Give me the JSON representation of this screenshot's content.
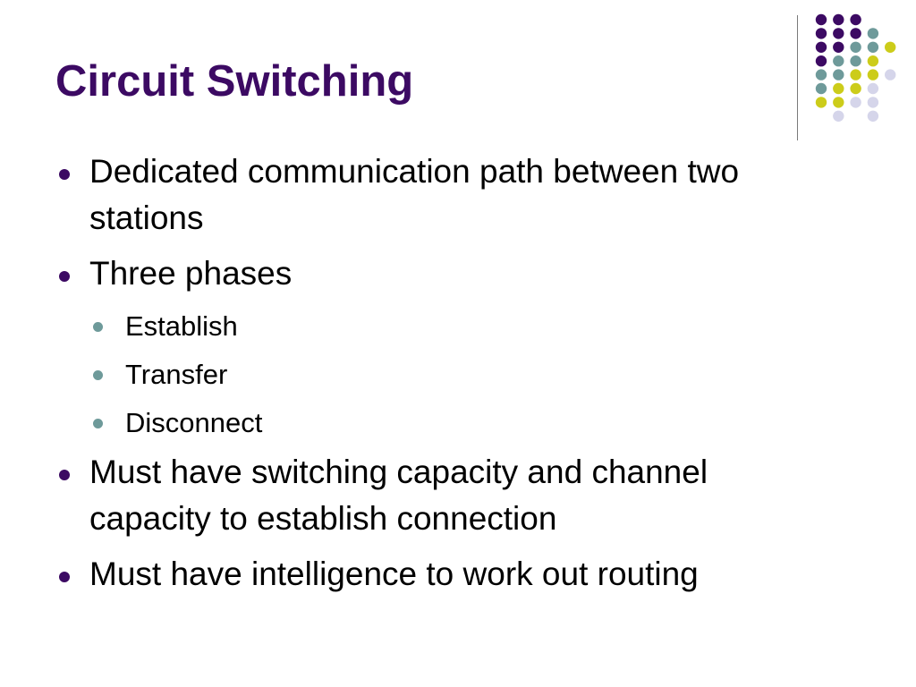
{
  "colors": {
    "title": "#3c0a63",
    "bullet_level1": "#3c0a63",
    "bullet_level2": "#6e9a9a",
    "dot_purple": "#3c0a63",
    "dot_teal": "#6e9a9a",
    "dot_yellow": "#cccc1a",
    "dot_lavender": "#d5d5ea"
  },
  "slide": {
    "title": "Circuit Switching",
    "bullets": [
      {
        "text": "Dedicated communication path between two stations",
        "line1": "Dedicated communication path between two",
        "line2": "stations"
      },
      {
        "text": "Three phases",
        "sub": [
          "Establish",
          "Transfer",
          "Disconnect"
        ]
      },
      {
        "text": "Must have switching capacity and channel capacity to establish connection",
        "line1": "Must have switching capacity and channel",
        "line2": "capacity to establish connection"
      },
      {
        "text": "Must have intelligence to work out routing"
      }
    ]
  },
  "decoration": {
    "dot_grid": [
      [
        "purple",
        "purple",
        "purple",
        "",
        ""
      ],
      [
        "purple",
        "purple",
        "purple",
        "teal",
        ""
      ],
      [
        "purple",
        "purple",
        "teal",
        "teal",
        "yellow"
      ],
      [
        "purple",
        "teal",
        "teal",
        "yellow",
        ""
      ],
      [
        "teal",
        "teal",
        "yellow",
        "yellow",
        "lavender"
      ],
      [
        "teal",
        "yellow",
        "yellow",
        "lavender",
        ""
      ],
      [
        "yellow",
        "yellow",
        "lavender",
        "lavender",
        ""
      ],
      [
        "",
        "lavender",
        "",
        "lavender",
        ""
      ]
    ]
  }
}
